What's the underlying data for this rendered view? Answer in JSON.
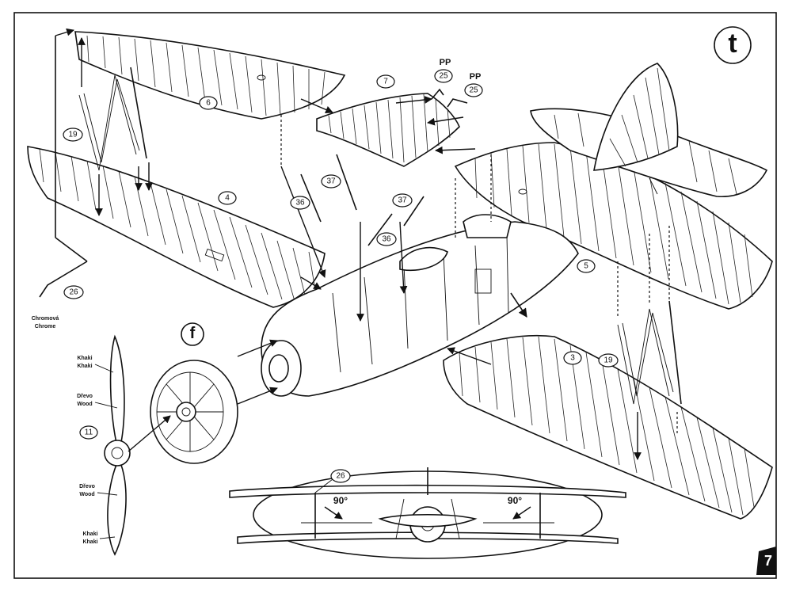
{
  "step_letter": "t",
  "sub_letter": "f",
  "page_number": "7",
  "part_numbers": [
    "6",
    "7",
    "4",
    "5",
    "3",
    "19",
    "19",
    "36",
    "37",
    "37",
    "36",
    "25",
    "25",
    "26",
    "26",
    "11"
  ],
  "pp_labels": [
    "PP",
    "PP"
  ],
  "angles": [
    "90°",
    "90°"
  ],
  "color_callouts": {
    "chrome": [
      "Chromová",
      "Chrome"
    ],
    "khaki_top": [
      "Khaki",
      "Khaki"
    ],
    "wood_top": [
      "Dřevo",
      "Wood"
    ],
    "wood_bottom": [
      "Dřevo",
      "Wood"
    ],
    "khaki_bottom": [
      "Khaki",
      "Khaki"
    ]
  },
  "colors": {
    "line": "#111111",
    "paper": "#ffffff"
  }
}
